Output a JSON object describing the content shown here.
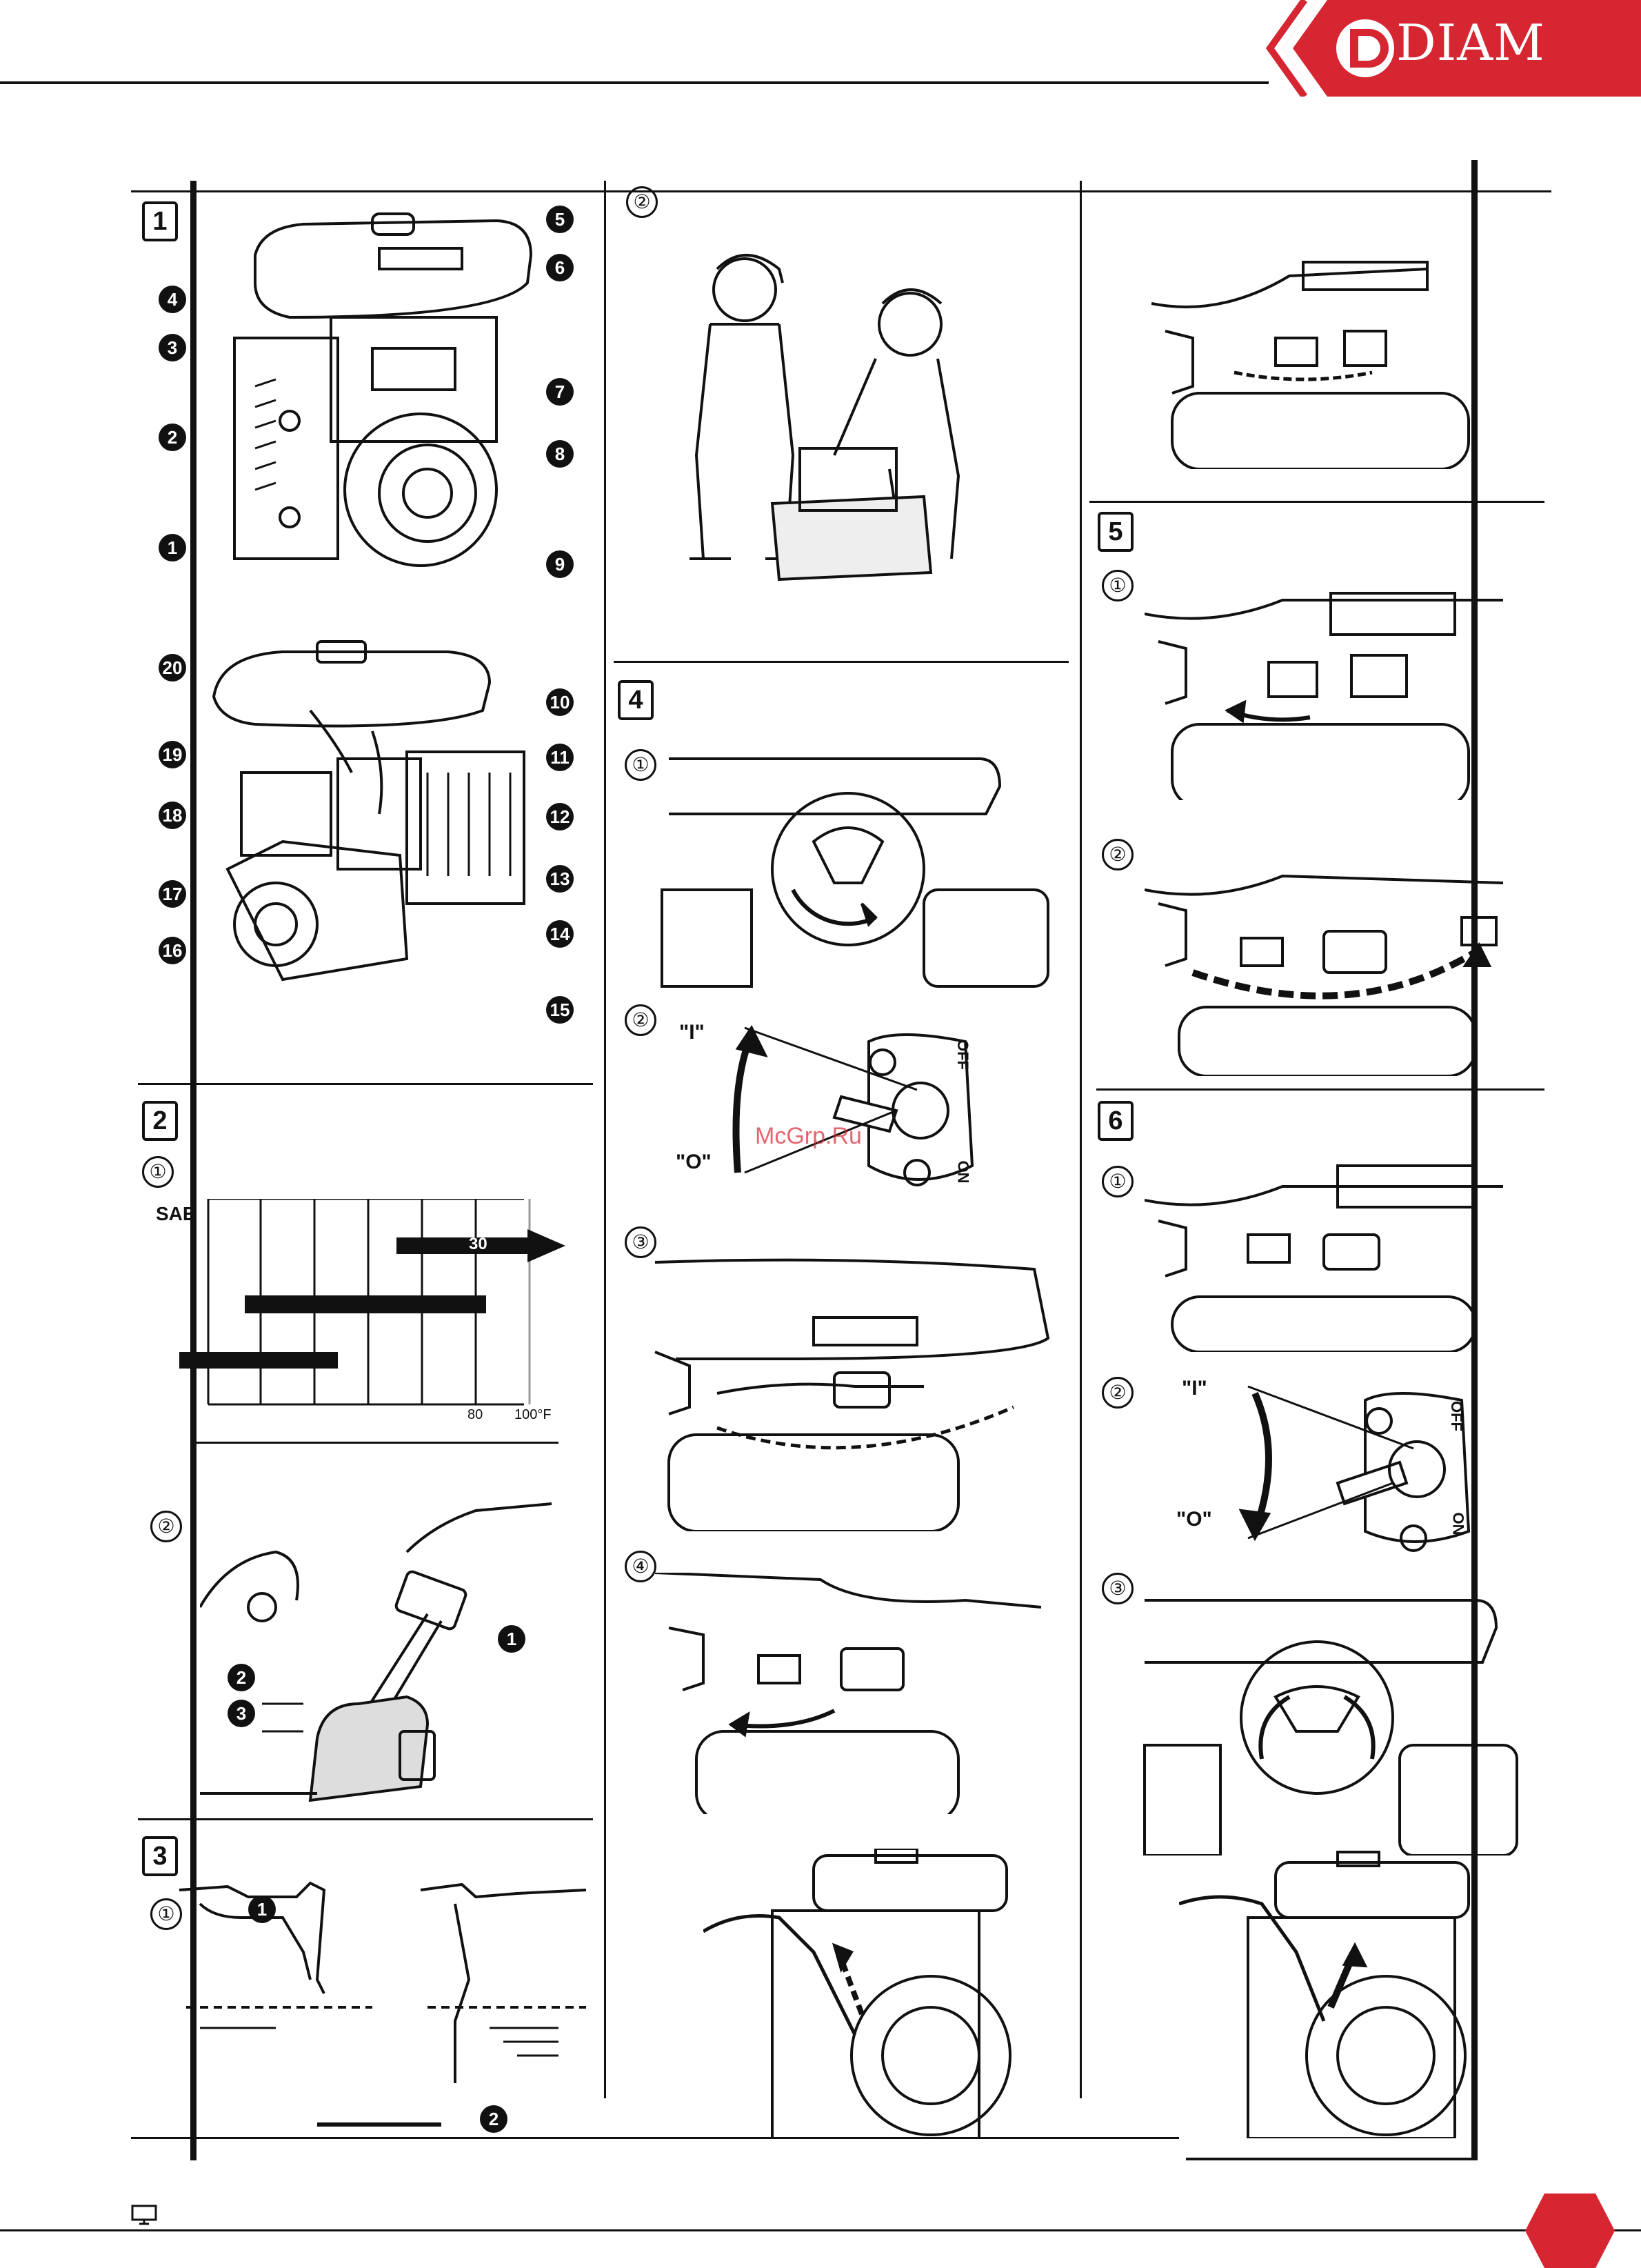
{
  "brand": {
    "name": "DIAM",
    "color": "#d62631"
  },
  "watermark": "McGrp.Ru",
  "sections": [
    "1",
    "2",
    "3",
    "4",
    "5",
    "6"
  ],
  "steps": {
    "one": "①",
    "two": "②",
    "three": "③",
    "four": "④"
  },
  "callouts": [
    "1",
    "2",
    "3",
    "4",
    "5",
    "6",
    "7",
    "8",
    "9",
    "10",
    "11",
    "12",
    "13",
    "14",
    "15",
    "16",
    "17",
    "18",
    "19",
    "20"
  ],
  "oil_chart": {
    "sae_label": "SAE",
    "bar_label": "30",
    "tick_80": "80",
    "tick_100": "100°F"
  },
  "switch": {
    "on_symbol": "\"I\"",
    "off_symbol": "\"O\"",
    "on_text": "ON",
    "off_text": "OFF"
  },
  "gauge_callouts": [
    "1",
    "2",
    "3"
  ],
  "footer": {
    "icon": "monitor-icon"
  }
}
